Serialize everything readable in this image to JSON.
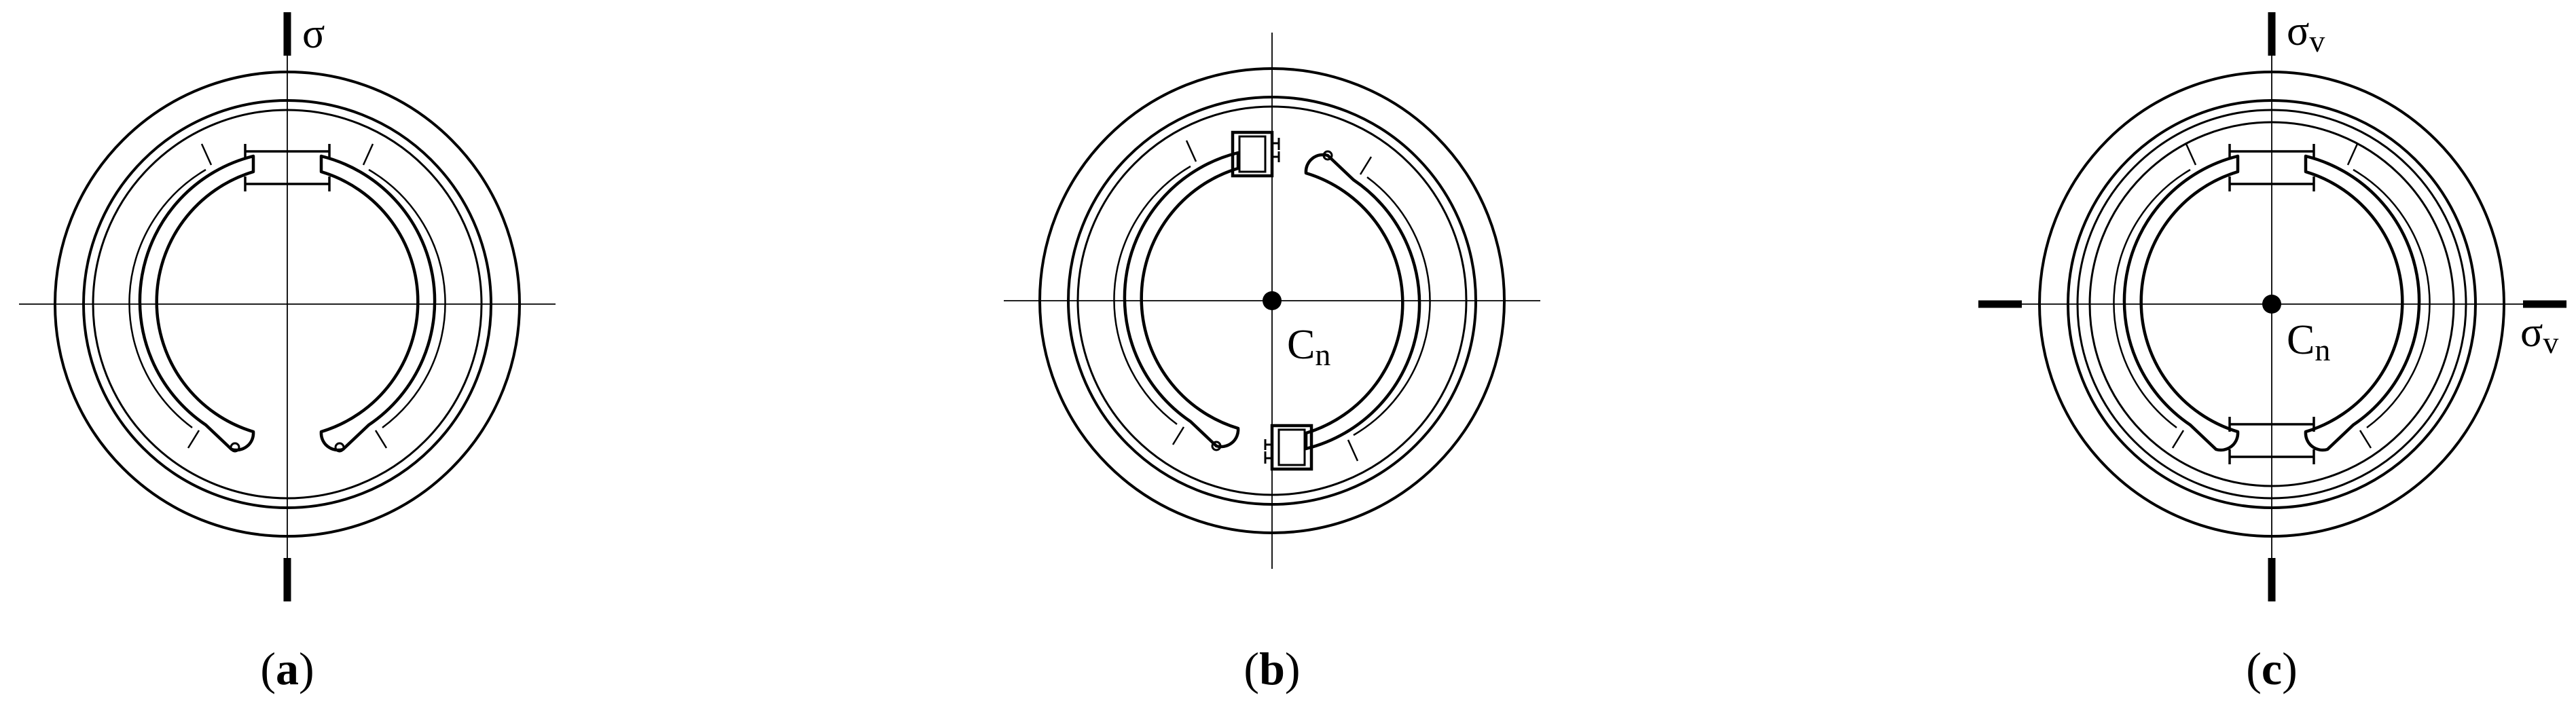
{
  "panels": {
    "a": {
      "caption_open": "(",
      "caption_letter": "a",
      "caption_close": ")",
      "symmetry_label": "σ"
    },
    "b": {
      "caption_open": "(",
      "caption_letter": "b",
      "caption_close": ")",
      "axis_label": "C",
      "axis_label_sub": "n"
    },
    "c": {
      "caption_open": "(",
      "caption_letter": "c",
      "caption_close": ")",
      "axis_label": "C",
      "axis_label_sub": "n",
      "plane_label_top": "σ",
      "plane_label_top_sub": "v",
      "plane_label_right": "σ",
      "plane_label_right_sub": "v"
    }
  },
  "colors": {
    "ink": "#000000",
    "background": "#ffffff"
  }
}
